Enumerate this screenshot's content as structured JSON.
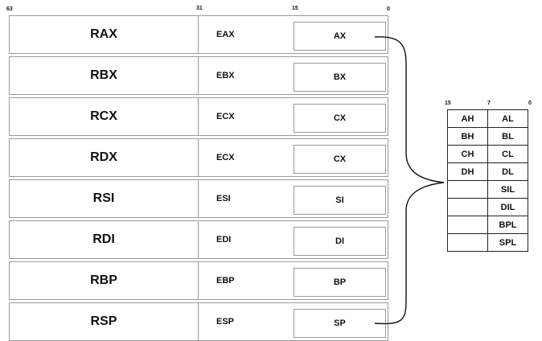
{
  "main_bits": {
    "b63": "63",
    "b31": "31",
    "b15": "15",
    "b0": "0"
  },
  "registers": [
    {
      "r64": "RAX",
      "r32": "EAX",
      "r16": "AX"
    },
    {
      "r64": "RBX",
      "r32": "EBX",
      "r16": "BX"
    },
    {
      "r64": "RCX",
      "r32": "ECX",
      "r16": "CX"
    },
    {
      "r64": "RDX",
      "r32": "ECX",
      "r16": "CX"
    },
    {
      "r64": "RSI",
      "r32": "ESI",
      "r16": "SI"
    },
    {
      "r64": "RDI",
      "r32": "EDI",
      "r16": "DI"
    },
    {
      "r64": "RBP",
      "r32": "EBP",
      "r16": "BP"
    },
    {
      "r64": "RSP",
      "r32": "ESP",
      "r16": "SP"
    }
  ],
  "small_bits": {
    "b15": "15",
    "b7": "7",
    "b0": "0"
  },
  "byte_regs": [
    {
      "high": "AH",
      "low": "AL"
    },
    {
      "high": "BH",
      "low": "BL"
    },
    {
      "high": "CH",
      "low": "CL"
    },
    {
      "high": "DH",
      "low": "DL"
    },
    {
      "high": "",
      "low": "SIL"
    },
    {
      "high": "",
      "low": "DIL"
    },
    {
      "high": "",
      "low": "BPL"
    },
    {
      "high": "",
      "low": "SPL"
    }
  ]
}
